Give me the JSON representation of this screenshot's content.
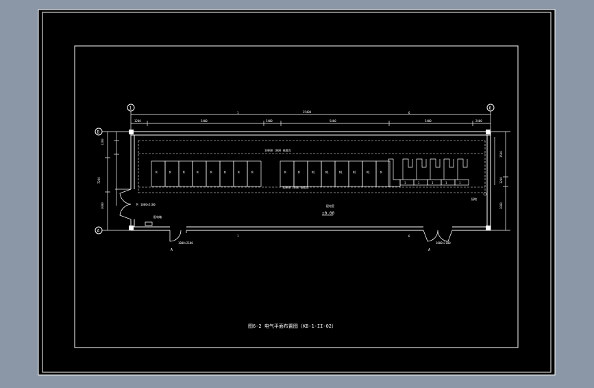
{
  "title": "图6-2  电气平面布置图（KB-1-II-02）",
  "axes": {
    "col_left": "1",
    "col_right": "6",
    "row_top": "B",
    "row_bottom": "A"
  },
  "dims_top": {
    "total": "25400",
    "segments": [
      "1200",
      "5400",
      "5400",
      "5400",
      "5400",
      "2400"
    ]
  },
  "dims_left": [
    "1200",
    "7200",
    "3000"
  ],
  "dims_right": [
    "1500",
    "1200",
    "3000"
  ],
  "section_marks": [
    "1",
    "1",
    "6",
    "6"
  ],
  "cabinets_left": [
    "M",
    "M",
    "M",
    "M",
    "M",
    "M",
    "M",
    "M"
  ],
  "cabinets_mid": [
    "M",
    "M",
    "M1",
    "M1",
    "M1",
    "M1",
    "M1",
    "M"
  ],
  "cabinets_right_labels": [
    "1",
    "1",
    "1",
    "1",
    "1",
    "1"
  ],
  "right_block_labels": [
    "1",
    "1",
    "1",
    "1",
    "1"
  ],
  "annotations": {
    "top_line": "10000 1000 电缆沟",
    "mid_line": "10000 1000 电缆沟",
    "room_label": "配电室",
    "room_level": "±0.00",
    "door_left": "1000×2100",
    "door_left_tag": "M",
    "door_bottom_left": "1000×2100",
    "door_bottom_left_tag": "A",
    "door_bottom_right": "1000×2100",
    "door_bottom_right_tag": "A",
    "panel_tag": "配电箱",
    "drain_tag": "接地"
  }
}
